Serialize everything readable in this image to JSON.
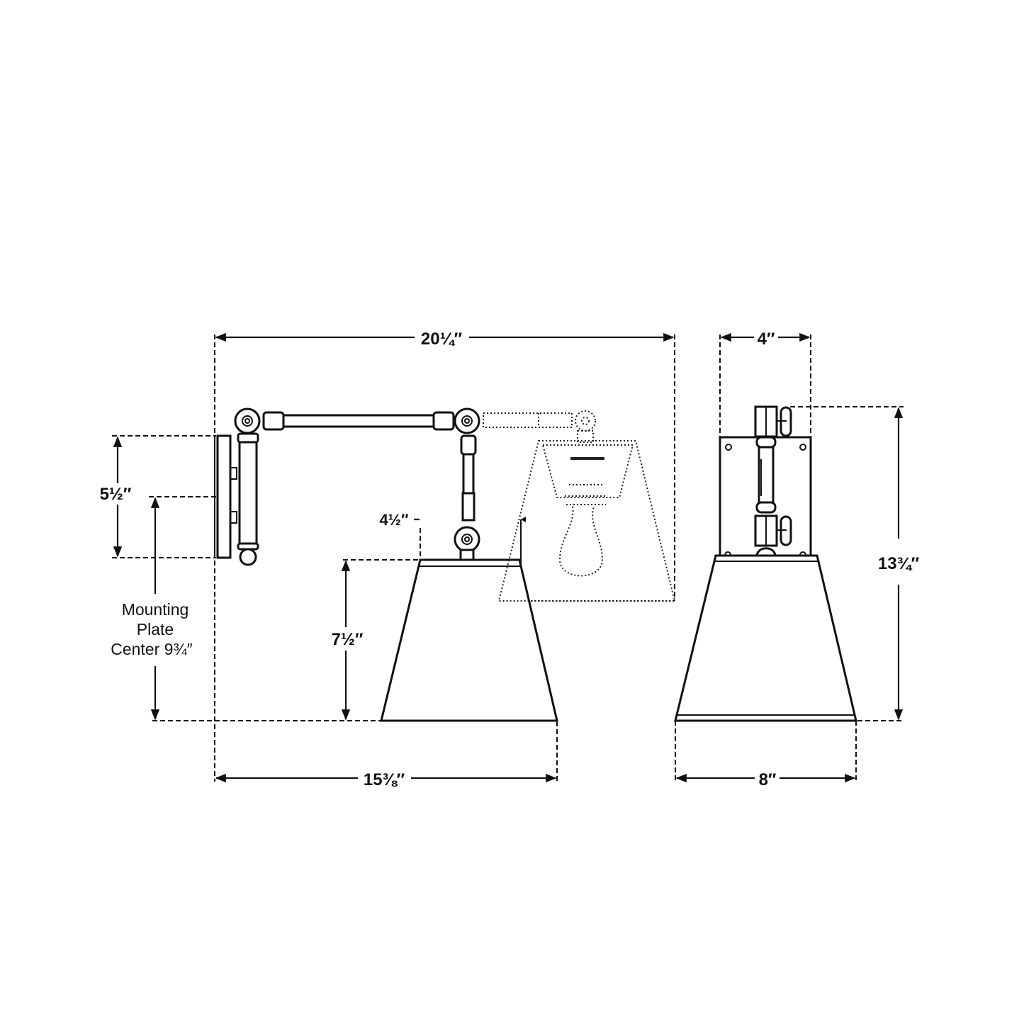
{
  "drawing": {
    "subject": "Swing-arm wall sconce dimension drawing",
    "background_color": "#ffffff",
    "line_color": "#111111"
  },
  "side_view": {
    "dimensions": {
      "overall_extension": "20¼″",
      "retracted_extension": "15⅜″",
      "backplate_height": "5½″",
      "shade_height": "7½″",
      "shade_top_offset": "4½″"
    },
    "mounting_label": {
      "line1": "Mounting",
      "line2": "Plate",
      "line3": "Center 9¾″"
    }
  },
  "front_view": {
    "dimensions": {
      "backplate_width": "4″",
      "shade_width": "8″",
      "overall_height": "13¾″"
    }
  }
}
